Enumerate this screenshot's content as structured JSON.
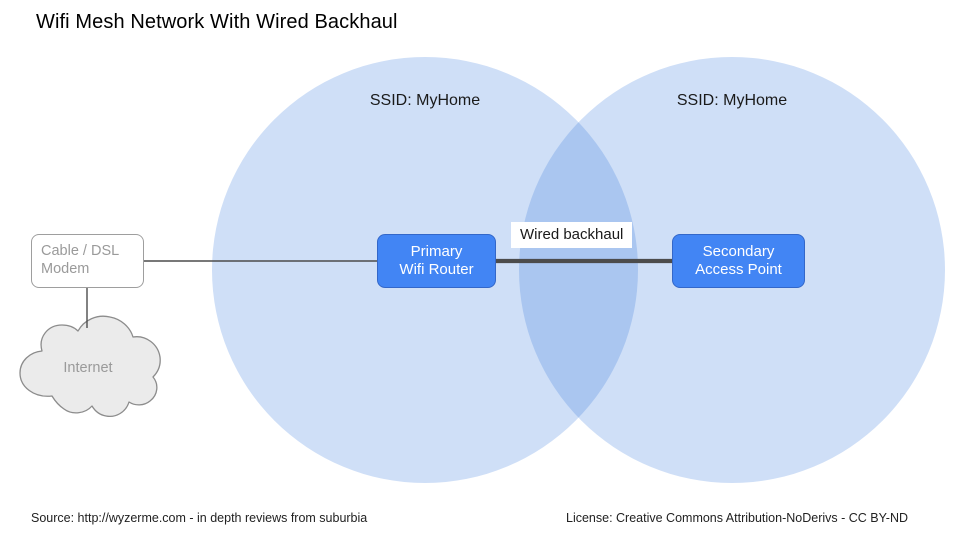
{
  "title": "Wifi Mesh Network With Wired Backhaul",
  "coverage": {
    "left_ssid": "SSID: MyHome",
    "right_ssid": "SSID: MyHome",
    "circle_fill": "#cfdff7",
    "circle_overlap_fill": "#aac6f0"
  },
  "nodes": {
    "modem": {
      "line1": "Cable / DSL",
      "line2": "Modem",
      "border_color": "#9e9e9e",
      "text_color": "#9a9a9a"
    },
    "internet": {
      "label": "Internet",
      "fill": "#ebebeb",
      "stroke": "#8c8c8c",
      "text_color": "#9a9a9a"
    },
    "primary_router": {
      "line1": "Primary",
      "line2": "Wifi Router",
      "fill": "#4285f4",
      "border_color": "#3367c9",
      "text_color": "#ffffff"
    },
    "secondary_ap": {
      "line1": "Secondary",
      "line2": "Access Point",
      "fill": "#4285f4",
      "border_color": "#3367c9",
      "text_color": "#ffffff"
    }
  },
  "links": {
    "backhaul_label": "Wired backhaul",
    "line_color": "#4c4c4c"
  },
  "footer": {
    "source": "Source: http://wyzerme.com - in depth reviews from suburbia",
    "license": "License: Creative Commons Attribution-NoDerivs - CC BY-ND"
  }
}
